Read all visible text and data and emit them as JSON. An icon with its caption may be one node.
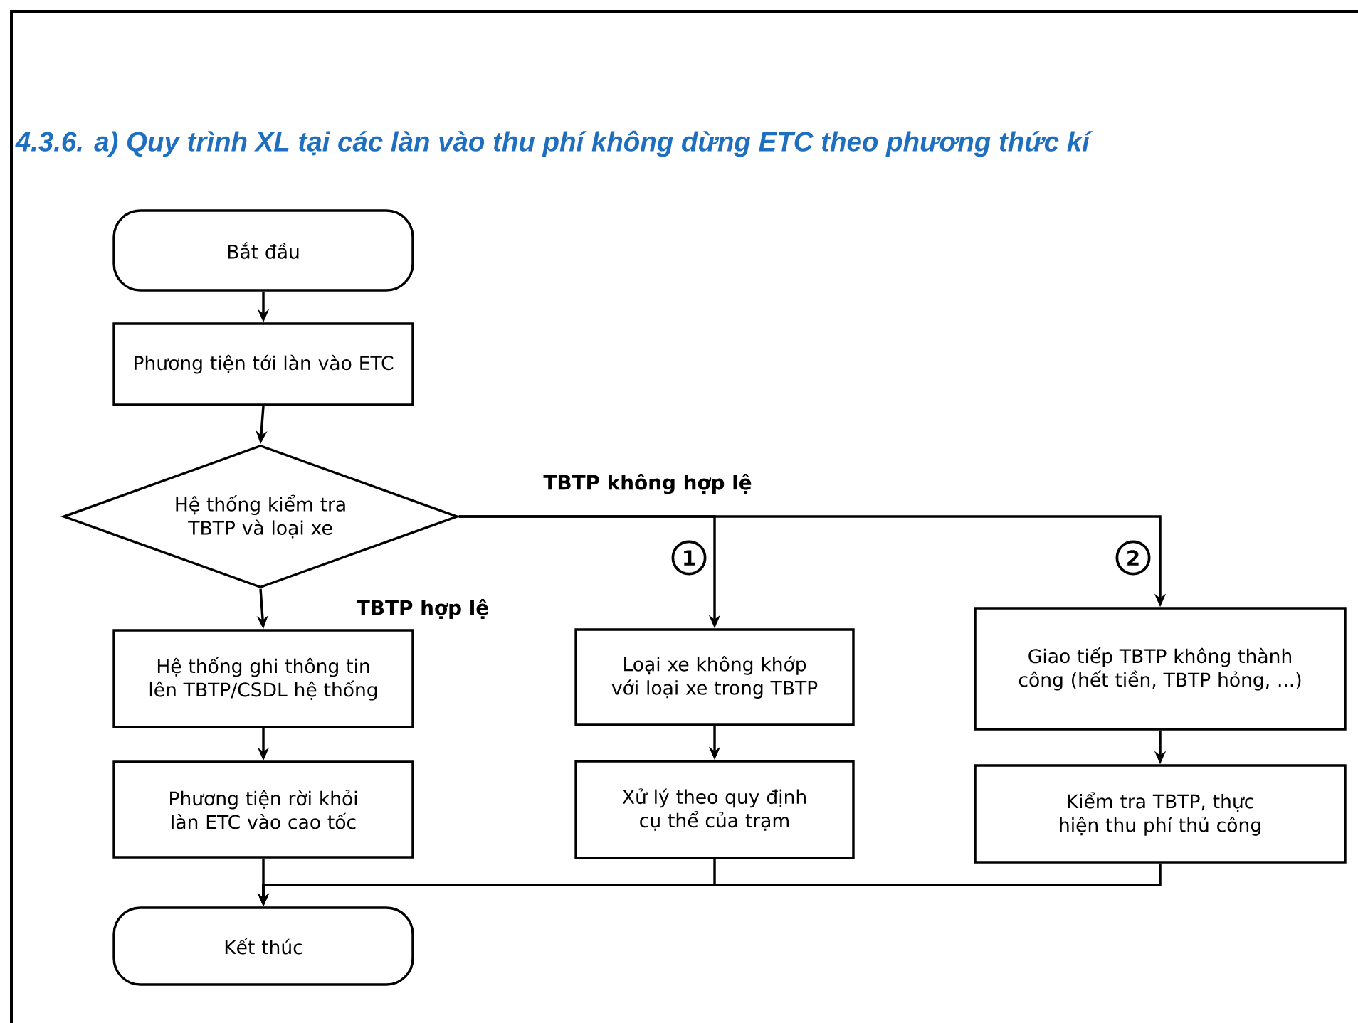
{
  "diagram": {
    "title": "4.3.6. a) Quy trình XL tại các làn vào thu phí không dừng ETC theo phương thức kí",
    "nodes": [
      {
        "text": [
          "Bắt đầu"
        ]
      },
      {
        "text": [
          "Phương tiện tới làn vào ETC"
        ]
      },
      {
        "text": [
          "Hệ thống kiểm tra TBTP và loại xe"
        ]
      },
      {
        "text": [
          "Hệ thống ghi thông tin lên TBTP/CSDL hệ thống"
        ]
      },
      {
        "text": [
          "Phương tiện rời khỏi làn ETC vào cao tốc"
        ]
      },
      {
        "text": [
          "Loại xe không khớp với loại xe trong TBTP"
        ]
      },
      {
        "text": [
          "Xử lý theo quy định cụ thể của trạm"
        ]
      },
      {
        "text": [
          "Giao tiếp TBTP không thành công (hết tiền, TBTP hỏng, ...)"
        ]
      },
      {
        "text": [
          "Kiểm tra TBTP, thực hiện thu phí thủ công"
        ]
      },
      {
        "text": [
          "Kết thúc"
        ]
      }
    ],
    "edges": [
      {
        "from": 0,
        "to": 1,
        "arrow": "to"
      },
      {
        "from": 1,
        "to": 2,
        "arrow": "to"
      },
      {
        "from": 2,
        "to": 3,
        "arrow": "to",
        "label": "TBTP hợp lệ"
      },
      {
        "from": 2,
        "to": 5,
        "arrow": "to",
        "label": "1"
      },
      {
        "from": 2,
        "to": 7,
        "arrow": "to",
        "label": "2"
      },
      {
        "from": 3,
        "to": 4,
        "arrow": "to"
      },
      {
        "from": 5,
        "to": 6,
        "arrow": "to"
      },
      {
        "from": 7,
        "to": 8,
        "arrow": "to"
      },
      {
        "from": 4,
        "to": 9,
        "arrow": "to"
      },
      {
        "from": 6,
        "to": 9,
        "arrow": "to"
      },
      {
        "from": 8,
        "to": 9,
        "arrow": "to"
      }
    ],
    "labels": [
      "TBTP không hợp lệ"
    ]
  }
}
